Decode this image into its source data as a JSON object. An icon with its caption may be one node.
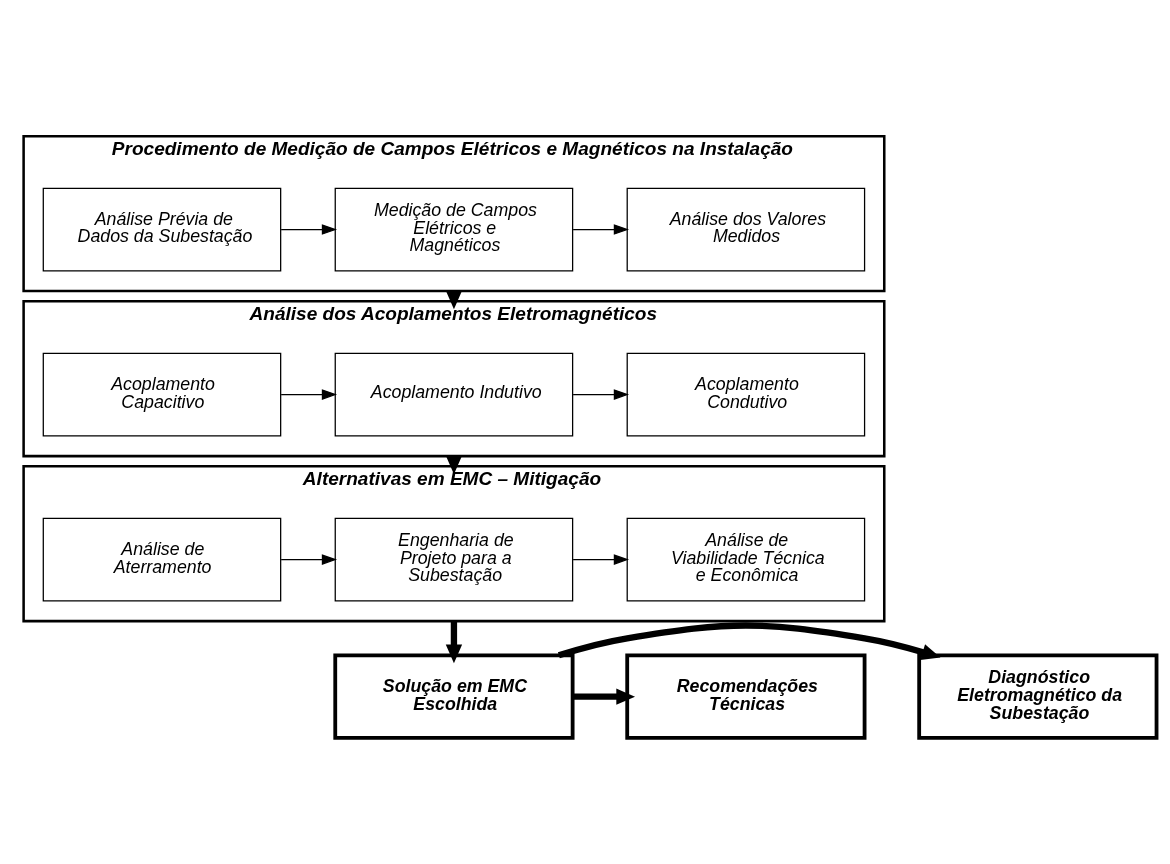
{
  "diagram": {
    "nodes": [
      {
        "text": [
          "Procedimento de Medição de Campos Elétricos e Magnéticos na Instalação"
        ]
      },
      {
        "text": [
          "Análise Prévia de Dados da Subestação"
        ],
        "in": 0
      },
      {
        "text": [
          "Medição de Campos Elétricos e Magnéticos"
        ],
        "in": 0
      },
      {
        "text": [
          "Análise dos Valores Medidos"
        ],
        "in": 0
      },
      {
        "text": [
          "Análise dos Acoplamentos Eletromagnéticos"
        ]
      },
      {
        "text": [
          "Acoplamento Capacitivo"
        ],
        "in": 4
      },
      {
        "text": [
          "Acoplamento Indutivo"
        ],
        "in": 4
      },
      {
        "text": [
          "Acoplamento Condutivo"
        ],
        "in": 4
      },
      {
        "text": [
          "Alternativas em EMC – Mitigação"
        ]
      },
      {
        "text": [
          "Análise de Aterramento"
        ],
        "in": 8
      },
      {
        "text": [
          "Engenharia de Projeto para a Subestação"
        ],
        "in": 8
      },
      {
        "text": [
          "Análise de Viabilidade Técnica e Econômica"
        ],
        "in": 8
      },
      {
        "text": [
          "Recomendações Técnicas"
        ]
      },
      {
        "text": [
          "Solução em EMC Escolhida"
        ]
      },
      {
        "text": [
          "Diagnóstico Eletromagnético da Subestação"
        ]
      }
    ],
    "edges": [
      {
        "from": 1,
        "to": 2,
        "arrow": "to"
      },
      {
        "from": 2,
        "to": 3,
        "arrow": "to"
      },
      {
        "from": 0,
        "to": 4,
        "arrow": "to",
        "style": "thick"
      },
      {
        "from": 5,
        "to": 6,
        "arrow": "to"
      },
      {
        "from": 6,
        "to": 7,
        "arrow": "to"
      },
      {
        "from": 4,
        "to": 8,
        "arrow": "to",
        "style": "thick"
      },
      {
        "from": 9,
        "to": 10,
        "arrow": "to"
      },
      {
        "from": 10,
        "to": 11,
        "arrow": "to"
      },
      {
        "from": 8,
        "to": 13,
        "arrow": "to",
        "style": "thick"
      },
      {
        "from": 13,
        "to": 12,
        "arrow": "to",
        "style": "thick"
      },
      {
        "from": 13,
        "to": 14,
        "arrow": "to",
        "style": "thick"
      }
    ]
  }
}
